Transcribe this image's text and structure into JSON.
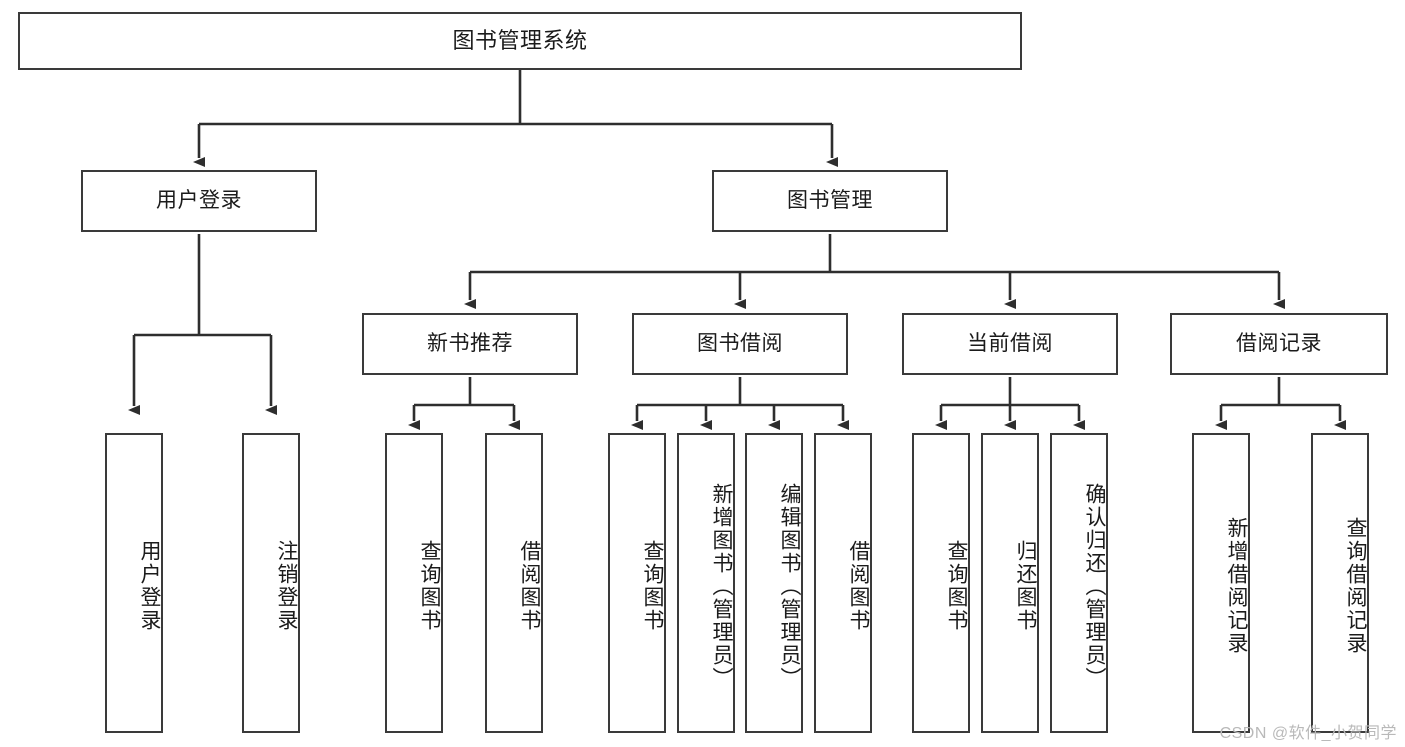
{
  "diagram": {
    "title": "图书管理系统",
    "type": "hierarchy-tree",
    "colors": {
      "border": "#3a3a3a",
      "background": "#ffffff",
      "text": "#1b1b1b",
      "watermark": "#b9b9b9"
    },
    "levels": {
      "root": {
        "label": "图书管理系统"
      },
      "level2": [
        {
          "label": "用户登录"
        },
        {
          "label": "图书管理"
        }
      ],
      "level3": [
        {
          "label": "新书推荐"
        },
        {
          "label": "图书借阅"
        },
        {
          "label": "当前借阅"
        },
        {
          "label": "借阅记录"
        }
      ],
      "leaves": [
        {
          "label": "用户登录",
          "parent": "用户登录"
        },
        {
          "label": "注销登录",
          "parent": "用户登录"
        },
        {
          "label": "查询图书",
          "parent": "新书推荐"
        },
        {
          "label": "借阅图书",
          "parent": "新书推荐"
        },
        {
          "label": "查询图书",
          "parent": "图书借阅"
        },
        {
          "label": "新增图书（管理员）",
          "parent": "图书借阅"
        },
        {
          "label": "编辑图书（管理员）",
          "parent": "图书借阅"
        },
        {
          "label": "借阅图书",
          "parent": "图书借阅"
        },
        {
          "label": "查询图书",
          "parent": "当前借阅"
        },
        {
          "label": "归还图书",
          "parent": "当前借阅"
        },
        {
          "label": "确认归还（管理员）",
          "parent": "当前借阅"
        },
        {
          "label": "新增借阅记录",
          "parent": "借阅记录"
        },
        {
          "label": "查询借阅记录",
          "parent": "借阅记录"
        }
      ]
    }
  },
  "watermark": {
    "text": "CSDN @软件_小贺同学"
  }
}
